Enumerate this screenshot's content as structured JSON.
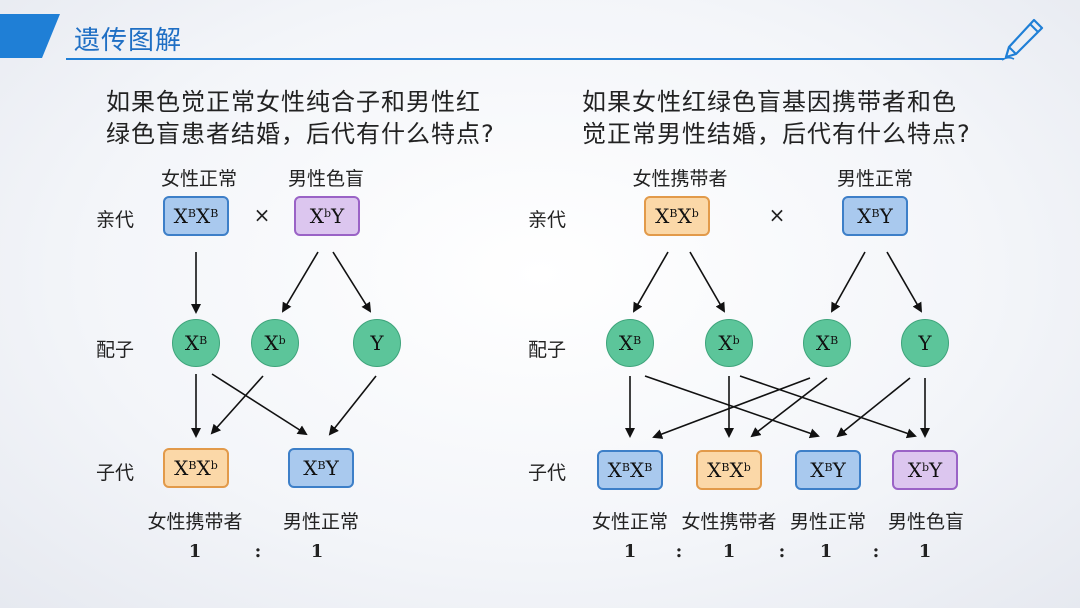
{
  "header": {
    "title": "遗传图解",
    "icon": "pen-icon",
    "accent": "#1f7fd6"
  },
  "left": {
    "question": [
      "如果色觉正常女性纯合子和男性红",
      "绿色盲患者结婚，后代有什么特点?"
    ],
    "parent_captions": [
      "女性正常",
      "男性色盲"
    ],
    "parents": [
      {
        "x": "X",
        "s1": "B",
        "x2": "X",
        "s2": "B",
        "y": ""
      },
      {
        "x": "X",
        "s1": "b",
        "x2": "",
        "s2": "",
        "y": "Y"
      }
    ],
    "gametes": [
      {
        "x": "X",
        "s": "B"
      },
      {
        "x": "X",
        "s": "b"
      },
      {
        "x": "",
        "s": "",
        "y": "Y"
      }
    ],
    "offspring": [
      {
        "x": "X",
        "s1": "B",
        "x2": "X",
        "s2": "b",
        "y": ""
      },
      {
        "x": "X",
        "s1": "B",
        "x2": "",
        "s2": "",
        "y": "Y"
      }
    ],
    "offspring_captions": [
      "女性携带者",
      "男性正常"
    ],
    "ratio": [
      "1",
      ":",
      "1"
    ]
  },
  "right": {
    "question": [
      "如果女性红绿色盲基因携带者和色",
      "觉正常男性结婚，后代有什么特点?"
    ],
    "parent_captions": [
      "女性携带者",
      "男性正常"
    ],
    "parents": [
      {
        "x": "X",
        "s1": "B",
        "x2": "X",
        "s2": "b",
        "y": ""
      },
      {
        "x": "X",
        "s1": "B",
        "x2": "",
        "s2": "",
        "y": "Y"
      }
    ],
    "gametes": [
      {
        "x": "X",
        "s": "B"
      },
      {
        "x": "X",
        "s": "b"
      },
      {
        "x": "X",
        "s": "B"
      },
      {
        "x": "",
        "s": "",
        "y": "Y"
      }
    ],
    "offspring": [
      {
        "x": "X",
        "s1": "B",
        "x2": "X",
        "s2": "B",
        "y": ""
      },
      {
        "x": "X",
        "s1": "B",
        "x2": "X",
        "s2": "b",
        "y": ""
      },
      {
        "x": "X",
        "s1": "B",
        "x2": "",
        "s2": "",
        "y": "Y"
      },
      {
        "x": "X",
        "s1": "b",
        "x2": "",
        "s2": "",
        "y": "Y"
      }
    ],
    "offspring_captions": [
      "女性正常",
      "女性携带者",
      "男性正常",
      "男性色盲"
    ],
    "ratio": [
      "1",
      ":",
      "1",
      ":",
      "1",
      ":",
      "1"
    ]
  },
  "labels": {
    "parent": "亲代",
    "gamete": "配子",
    "offspring": "子代",
    "cross": "×"
  }
}
